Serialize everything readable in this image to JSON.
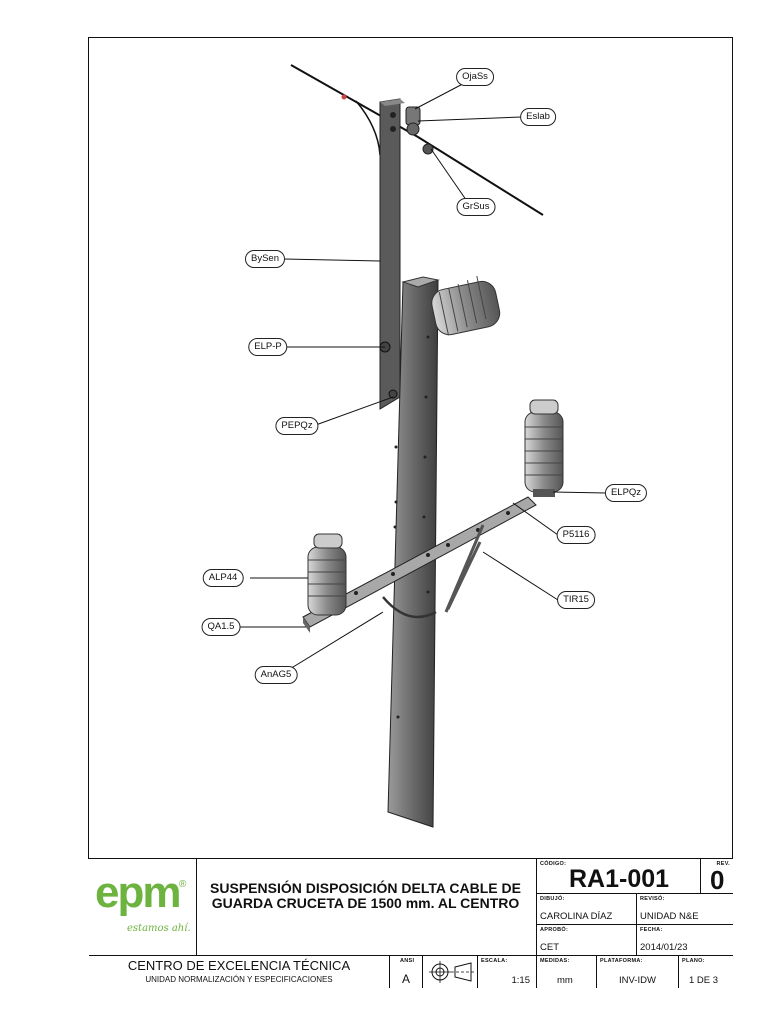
{
  "callouts": {
    "ojass": "OjaSs",
    "eslab": "Eslab",
    "grsus": "GrSus",
    "bysen": "BySen",
    "elp_p": "ELP-P",
    "pepqz": "PEPQz",
    "elpqz": "ELPQz",
    "p5116": "P5116",
    "alp44": "ALP44",
    "tir15": "TIR15",
    "qa15": "QA1.5",
    "anag5": "AnAG5"
  },
  "logo": {
    "text": "epm",
    "registered": "®",
    "tagline": "estamos ahí.",
    "brand_color": "#6db33f"
  },
  "title_block": {
    "title": "SUSPENSIÓN DISPOSICIÓN DELTA CABLE DE GUARDA  CRUCETA DE 1500 mm.  AL CENTRO",
    "codigo_label": "CÓDIGO:",
    "codigo": "RA1-001",
    "rev_label": "REV.",
    "rev": "0",
    "dibujo_label": "DIBUJÓ:",
    "dibujo": "CAROLINA DÍAZ",
    "reviso_label": "REVISÓ:",
    "reviso": "UNIDAD N&E",
    "aprobo_label": "APROBÓ:",
    "aprobo": "CET",
    "fecha_label": "FECHA:",
    "fecha": "2014/01/23",
    "centro": "CENTRO DE EXCELENCIA TÉCNICA",
    "unidad": "UNIDAD NORMALIZACIÓN Y ESPECIFICACIONES",
    "ansi_label": "ANSI",
    "ansi": "A",
    "escala_label": "ESCALA:",
    "escala": "1:15",
    "medidas_label": "MEDIDAS:",
    "medidas": "mm",
    "plataforma_label": "PLATAFORMA:",
    "plataforma": "INV-IDW",
    "plano_label": "PLANO:",
    "plano": "1 DE 3"
  }
}
